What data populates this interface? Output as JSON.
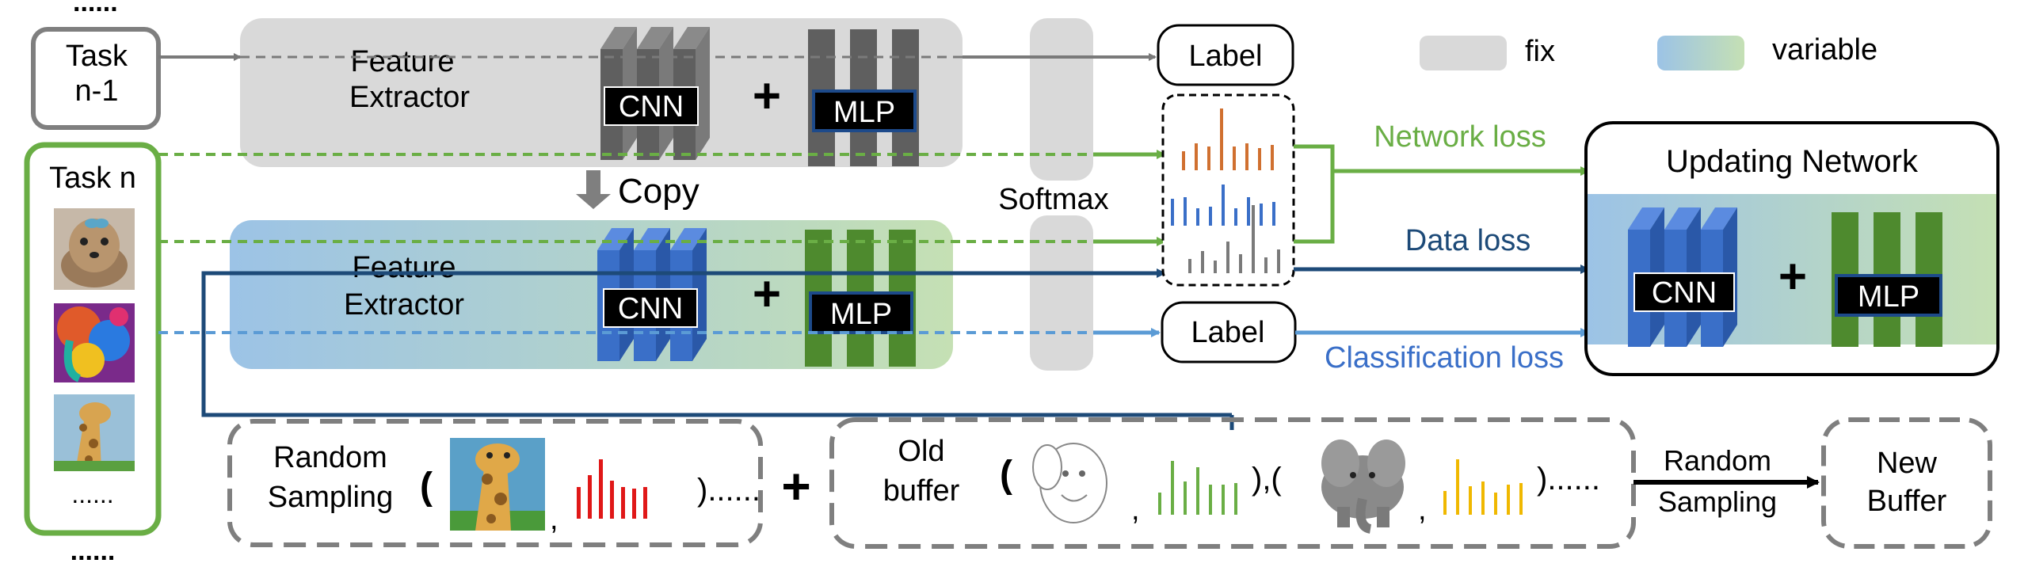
{
  "legend": {
    "fix": "fix",
    "variable": "variable"
  },
  "tasks": {
    "top_dots": "......",
    "prev_line1": "Task",
    "prev_line2": "n-1",
    "current": "Task n",
    "inner_dots": "......",
    "bottom_dots": "......"
  },
  "old_model": {
    "feature_line1": "Feature",
    "feature_line2": "Extractor",
    "cnn": "CNN",
    "mlp": "MLP",
    "plus": "+"
  },
  "copy": "Copy",
  "new_model": {
    "feature_line1": "Feature",
    "feature_line2": "Extractor",
    "cnn": "CNN",
    "mlp": "MLP",
    "plus": "+"
  },
  "softmax": "Softmax",
  "label_top": "Label",
  "label_bottom": "Label",
  "losses": {
    "network": "Network loss",
    "data": "Data loss",
    "classification": "Classification loss"
  },
  "updating": {
    "title": "Updating Network",
    "cnn": "CNN",
    "mlp": "MLP",
    "plus": "+"
  },
  "buffer": {
    "random_line1": "Random",
    "random_line2": "Sampling",
    "paren_open": "(",
    "comma": ",",
    "paren_close_dots": ")......",
    "plus": "+",
    "old_line1": "Old",
    "old_line2": "buffer",
    "mid_sep": "),(",
    "end_dots": ")......",
    "arrow_line1": "Random",
    "arrow_line2": "Sampling",
    "new_line1": "New",
    "new_line2": "Buffer"
  },
  "colors": {
    "green": "#6aae45",
    "dark_green": "#4e8a2e",
    "blue": "#3a6fc8",
    "navy": "#1d4a78",
    "light_blue": "#5b9bd5",
    "gray": "#7a7a7a",
    "dark_gray": "#5a5a5a",
    "light_gray": "#d9d9d9",
    "orange": "#d07030",
    "red": "#e01818",
    "yellow": "#f0b800"
  }
}
